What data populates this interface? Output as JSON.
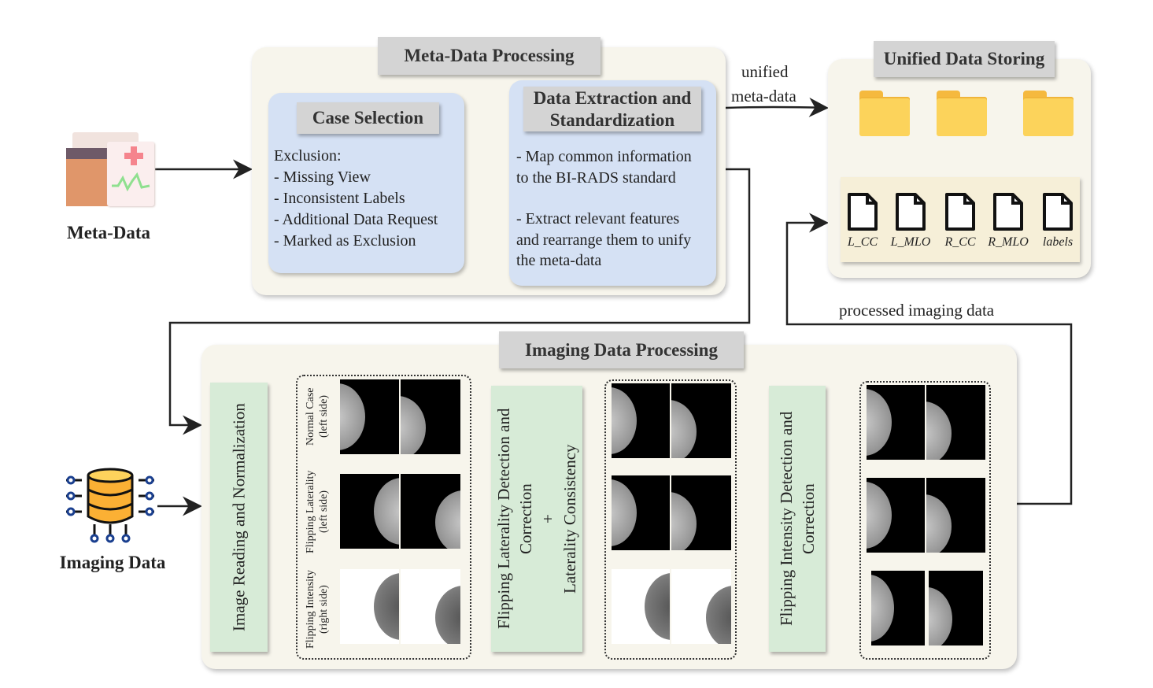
{
  "meta_data_processing": {
    "title": "Meta-Data Processing",
    "case_selection": {
      "title": "Case Selection",
      "lines": [
        "Exclusion:",
        "- Missing View",
        "- Inconsistent Labels",
        "- Additional Data Request",
        "- Marked as Exclusion"
      ]
    },
    "data_extraction": {
      "title_lines": [
        "Data Extraction and",
        "Standardization"
      ],
      "lines": [
        "- Map common information",
        "to the BI-RADS standard",
        "",
        "- Extract relevant features",
        "and rearrange them to unify",
        "the meta-data"
      ]
    }
  },
  "meta_data_source": {
    "label": "Meta-Data",
    "icon": "medical-folder-icon"
  },
  "imaging_data_source": {
    "label": "Imaging Data",
    "icon": "database-icon"
  },
  "unified_arrow_label": [
    "unified",
    "meta-data"
  ],
  "processed_arrow_label": "processed imaging data",
  "unified_storing": {
    "title": "Unified Data Storing",
    "folders": 3,
    "files": [
      "L_CC",
      "L_MLO",
      "R_CC",
      "R_MLO",
      "labels"
    ]
  },
  "imaging_processing": {
    "title": "Imaging Data Processing",
    "step1": "Image Reading and Normalization",
    "cases": [
      [
        "Normal Case",
        "(left side)"
      ],
      [
        "Flipping Laterality",
        "(left side)"
      ],
      [
        "Flipping Intensity",
        "(right side)"
      ]
    ],
    "step2": {
      "lines": [
        "Flipping Laterality Detection and",
        "Correction"
      ],
      "plus": "+",
      "line3": "Laterality Consistency"
    },
    "step3": [
      "Flipping Intensity Detection and",
      "Correction"
    ]
  },
  "colors": {
    "panel": "#f7f5ec",
    "tab": "#d4d4d4",
    "blue_box": "#d5e1f4",
    "green_box": "#d7ebd7",
    "folder": "#fcd35b"
  }
}
